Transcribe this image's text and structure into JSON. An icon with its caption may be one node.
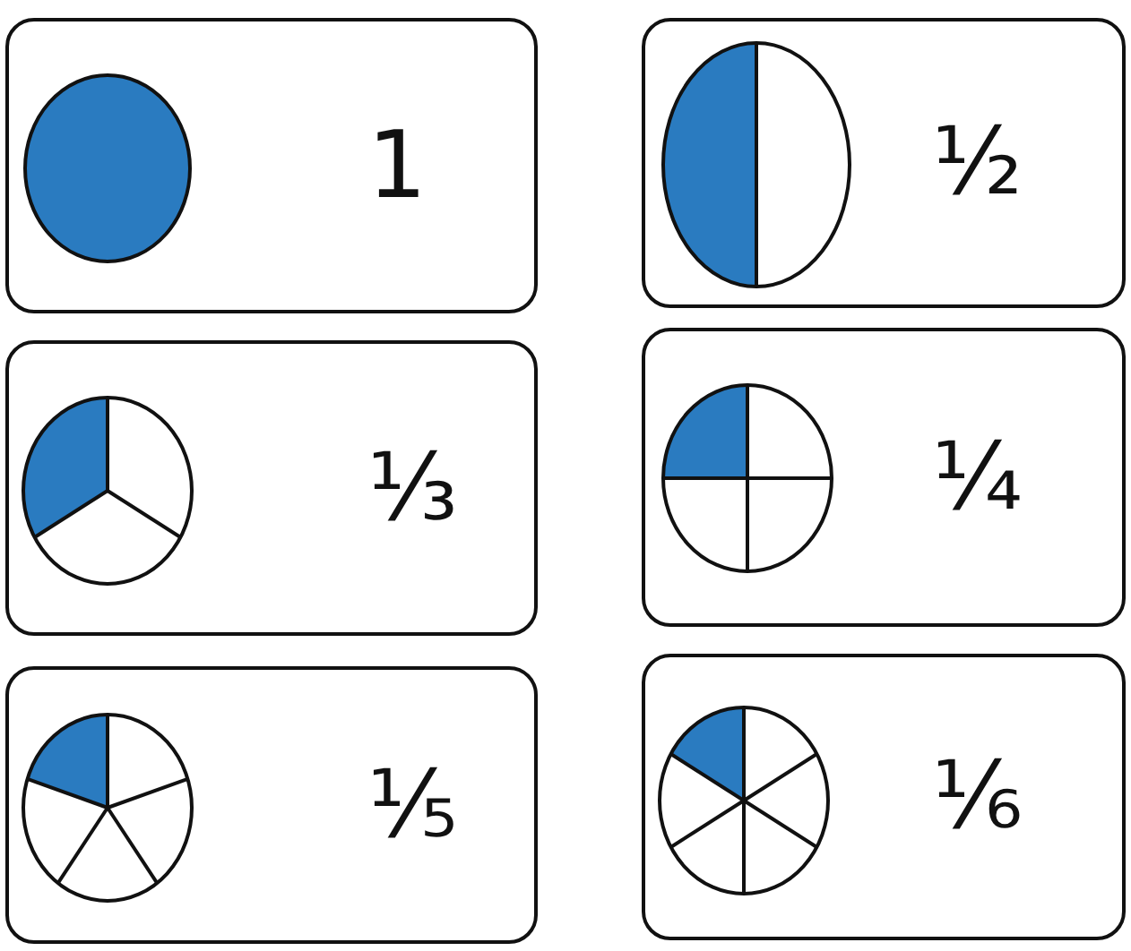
{
  "diagram": {
    "nodes": [
      {
        "text": [
          "1"
        ]
      },
      {
        "text": [
          "½"
        ]
      },
      {
        "text": [
          "⅓"
        ]
      },
      {
        "text": [
          "¼"
        ]
      },
      {
        "text": [
          "⅕"
        ]
      },
      {
        "text": [
          "⅙"
        ]
      }
    ]
  }
}
